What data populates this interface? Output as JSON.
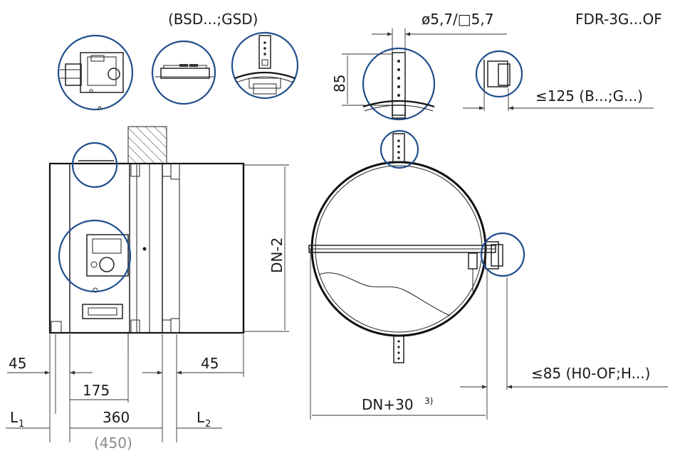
{
  "labels": {
    "top_variant": "(BSD...;GSD)",
    "model_code": "FDR-3G...OF",
    "pin_size": "ø5,7/□5,7",
    "pin_height": "85",
    "actuator_offset": "≤125 (B...;G...)",
    "diameter_inner": "DN-2",
    "diameter_outer": "DN+30",
    "diameter_outer_note": "3)",
    "switch_offset": "≤85 (H0-OF;H...)",
    "dim_45_left": "45",
    "dim_45_right": "45",
    "dim_175": "175",
    "dim_360": "360",
    "dim_450": "(450)",
    "l1_main": "L",
    "l1_sub": "1",
    "l2_main": "L",
    "l2_sub": "2"
  },
  "colors": {
    "detail_circle": "#1e4e8c",
    "line": "#111111",
    "secondary_text": "#8a8a8a"
  }
}
